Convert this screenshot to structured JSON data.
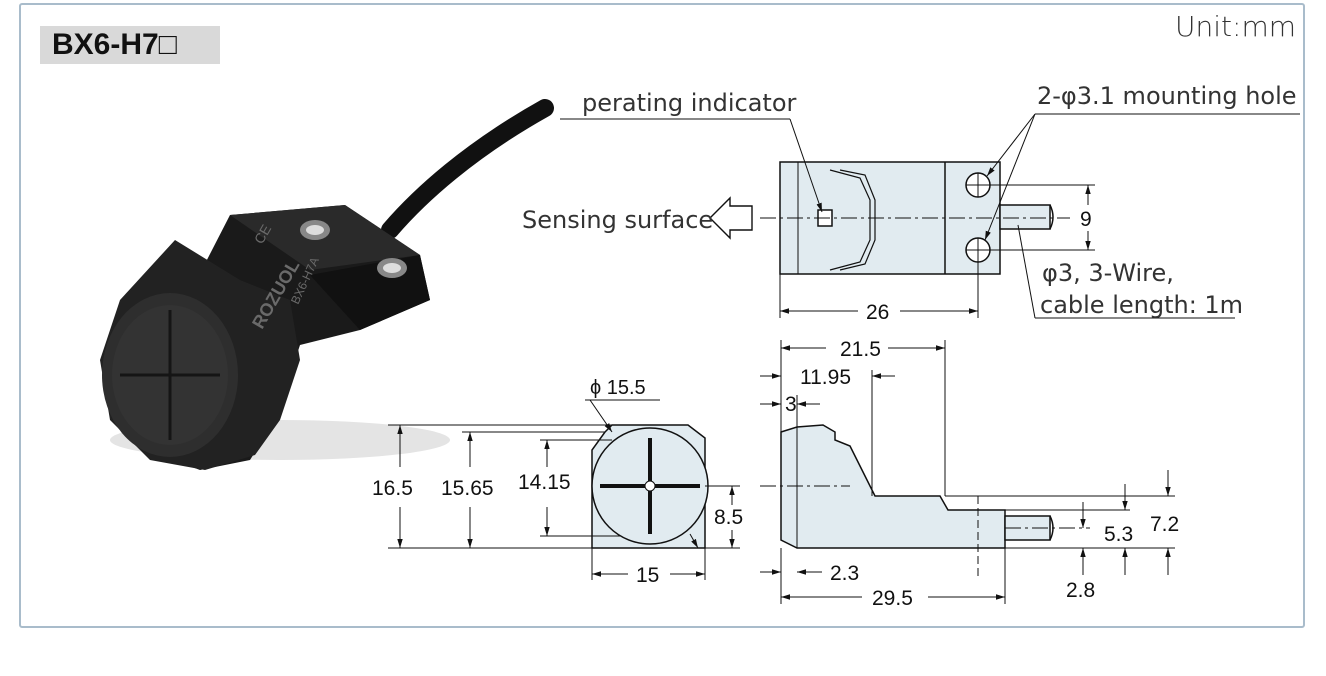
{
  "header": {
    "model": "BX6-H7□",
    "unit": "Unit:mm"
  },
  "labels": {
    "operating_indicator": "perating indicator",
    "mounting_hole": "2-φ3.1 mounting hole",
    "sensing_surface": "Sensing surface",
    "cable_line1": "φ3, 3-Wire,",
    "cable_line2": "cable length: 1m"
  },
  "dimensions": {
    "top_height": "9",
    "top_length": "26",
    "front_dia": "ϕ 15.5",
    "front_h1": "16.5",
    "front_h2": "15.65",
    "front_h3": "14.15",
    "front_h4": "8.5",
    "front_width": "15",
    "side_21_5": "21.5",
    "side_11_95": "11.95",
    "side_3": "3",
    "side_5_3": "5.3",
    "side_7_2": "7.2",
    "side_2_3": "2.3",
    "side_2_8": "2.8",
    "side_29_5": "29.5"
  },
  "photo": {
    "product_marking": "BX6-H7A",
    "brand": "ROZUOL",
    "certification": "CE"
  },
  "colors": {
    "part_fill": "#e1ebf0",
    "border": "#a9bccb",
    "badge": "#d9d9d9"
  }
}
